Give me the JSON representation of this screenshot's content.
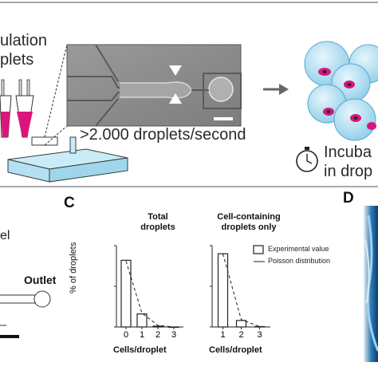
{
  "panel_a": {
    "encapsulation_label_line1": "ulation",
    "encapsulation_label_line2": "plets",
    "throughput_label": ">2.000 droplets/second",
    "incubation_label_line1": "Incuba",
    "incubation_label_line2": "in drop"
  },
  "panel_b": {
    "channel_label_fragment": "el",
    "outlet_label": "Outlet"
  },
  "panel_c": {
    "letter": "C",
    "chart_data": [
      {
        "type": "bar",
        "title_line1": "Total",
        "title_line2": "droplets",
        "ylabel": "% of droplets",
        "xlabel": "Cells/droplet",
        "categories": [
          "0",
          "1",
          "2",
          "3"
        ],
        "series": [
          {
            "name": "Experimental value",
            "values": [
              82,
              16,
              1,
              0
            ]
          },
          {
            "name": "Poisson distribution",
            "values": [
              81,
              17,
              2,
              0
            ]
          }
        ],
        "ylim": [
          0,
          100
        ]
      },
      {
        "type": "bar",
        "title_line1": "Cell-containing",
        "title_line2": "droplets only",
        "xlabel": "Cells/droplet",
        "categories": [
          "1",
          "2",
          "3"
        ],
        "series": [
          {
            "name": "Experimental value",
            "values": [
              90,
              8,
              0.5
            ]
          },
          {
            "name": "Poisson distribution",
            "values": [
              90,
              9,
              0.6
            ]
          }
        ],
        "ylim": [
          0,
          100
        ]
      }
    ],
    "legend": {
      "experimental": "Experimental value",
      "poisson": "Poisson distribution"
    }
  },
  "panel_d": {
    "letter": "D"
  },
  "colors": {
    "magenta": "#d9167a",
    "droplet_blue": "#b7e0f2",
    "chip_blue": "#bfe6f5",
    "micrograph_gray": "#8a8a8a"
  }
}
